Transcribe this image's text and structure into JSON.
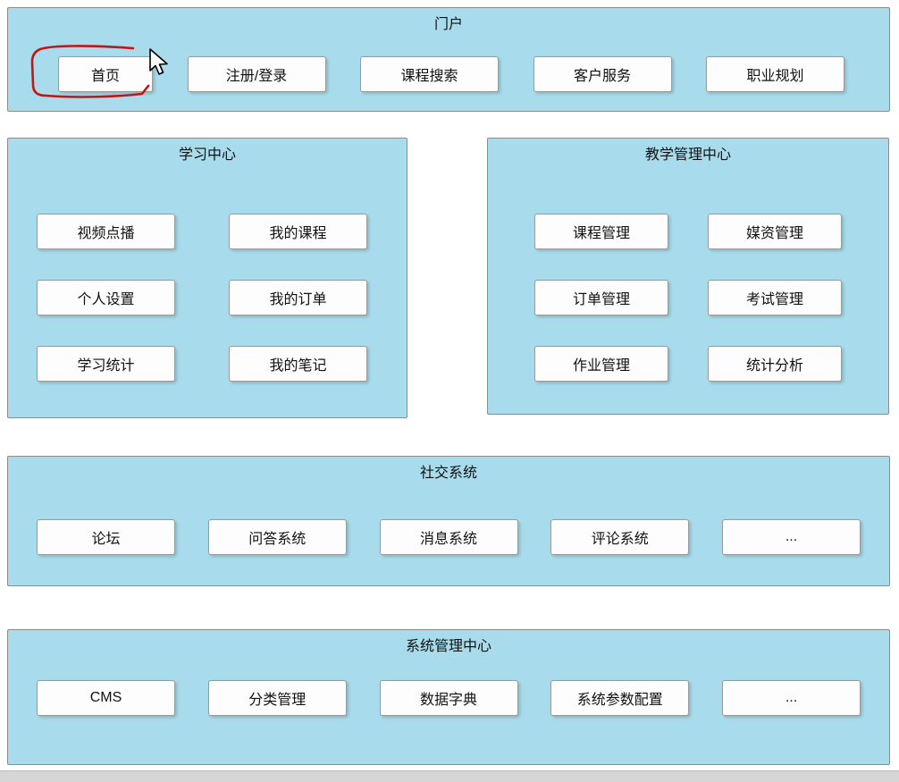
{
  "colors": {
    "page_bg": "#ffffff",
    "panel_bg": "#a8dcec",
    "panel_border": "#8c8c8c",
    "button_bg": "#fdfdfd",
    "button_border": "#9a9a9a",
    "text": "#111111",
    "annotation_red": "#c41414"
  },
  "panels": {
    "portal": {
      "title": "门户",
      "buttons": [
        "首页",
        "注册/登录",
        "课程搜索",
        "客户服务",
        "职业规划"
      ]
    },
    "learning": {
      "title": "学习中心",
      "buttons": [
        "视频点播",
        "我的课程",
        "个人设置",
        "我的订单",
        "学习统计",
        "我的笔记"
      ]
    },
    "teaching": {
      "title": "教学管理中心",
      "buttons": [
        "课程管理",
        "媒资管理",
        "订单管理",
        "考试管理",
        "作业管理",
        "统计分析"
      ]
    },
    "social": {
      "title": "社交系统",
      "buttons": [
        "论坛",
        "问答系统",
        "消息系统",
        "评论系统",
        "..."
      ]
    },
    "system": {
      "title": "系统管理中心",
      "buttons": [
        "CMS",
        "分类管理",
        "数据字典",
        "系统参数配置",
        "..."
      ]
    }
  }
}
